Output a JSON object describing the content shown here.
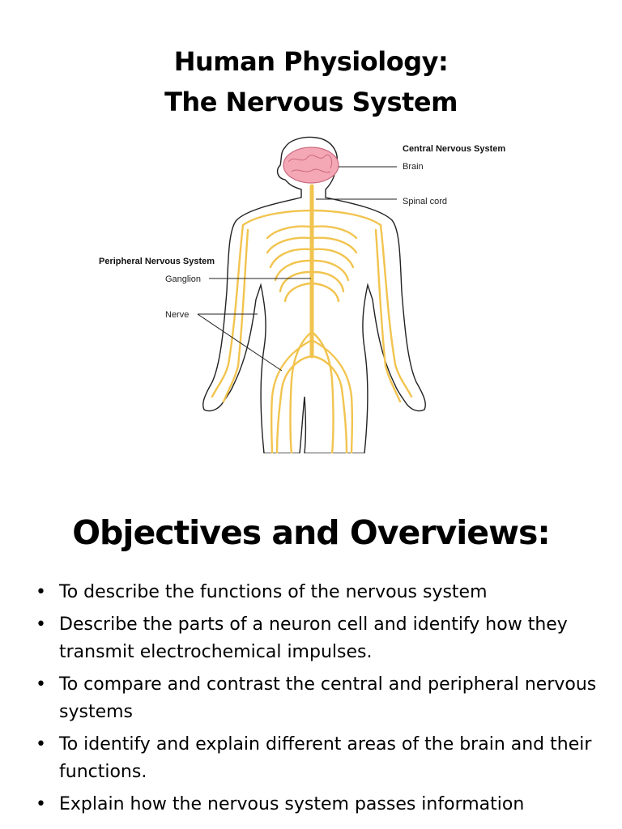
{
  "title": {
    "line1": "Human Physiology:",
    "line2": "The Nervous System"
  },
  "figure": {
    "labels": {
      "cns": "Central Nervous System",
      "brain": "Brain",
      "spinal_cord": "Spinal cord",
      "pns": "Peripheral Nervous System",
      "ganglion": "Ganglion",
      "nerve": "Nerve"
    },
    "colors": {
      "nerve": "#f2c44f",
      "brain": "#f4a7b5",
      "outline": "#222222"
    }
  },
  "objectives": {
    "heading": "Objectives and Overviews:",
    "bullet_symbol": "•",
    "items": [
      "To describe the functions of the nervous system",
      "Describe the parts of a neuron cell and identify how they transmit electrochemical impulses.",
      "To compare and contrast  the central and peripheral nervous systems",
      "To  identify and explain different areas of the brain and their functions.",
      "Explain how the nervous system passes information"
    ]
  }
}
